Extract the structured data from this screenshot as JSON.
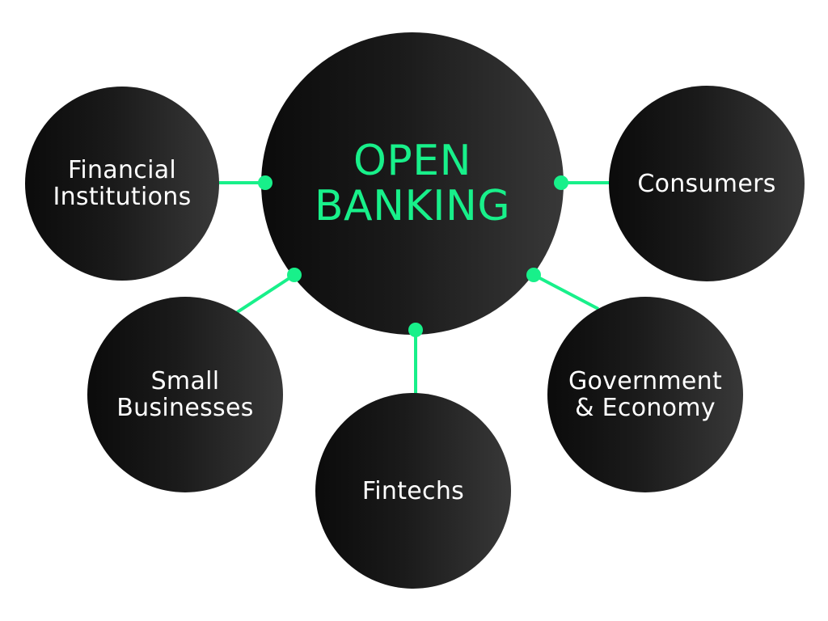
{
  "diagram": {
    "accent_color": "#18f08a",
    "node_color": "#1a1a1a",
    "center": {
      "lines": [
        "OPEN",
        "BANKING"
      ]
    },
    "stakeholders": {
      "financial_institutions": {
        "lines": [
          "Financial",
          "Institutions"
        ]
      },
      "consumers": {
        "lines": [
          "Consumers"
        ]
      },
      "small_businesses": {
        "lines": [
          "Small",
          "Businesses"
        ]
      },
      "fintechs": {
        "lines": [
          "Fintechs"
        ]
      },
      "government_economy": {
        "lines": [
          "Government",
          "& Economy"
        ]
      }
    }
  }
}
